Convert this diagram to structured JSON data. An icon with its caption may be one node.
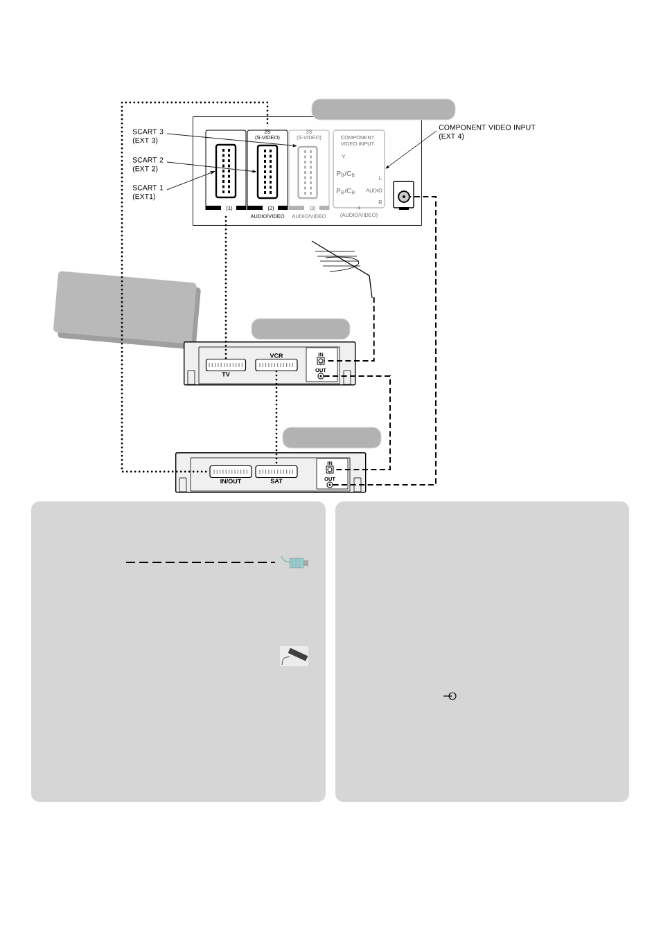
{
  "diagram": {
    "nodes": [
      {
        "text": [],
        "shape": "box"
      },
      {
        "text": [
          "SCART 3 (EXT 3)"
        ]
      },
      {
        "text": [
          "SCART 2 (EXT 2)"
        ]
      },
      {
        "text": [
          "SCART 1 (EXT1)"
        ]
      },
      {
        "text": [
          "COMPONENT VIDEO INPUT (EXT 4)"
        ]
      },
      {
        "text": [],
        "shape": "box",
        "in": 0
      },
      {
        "text": [],
        "shape": "box",
        "in": 0
      },
      {
        "text": [],
        "shape": "box",
        "in": 0
      },
      {
        "text": [],
        "shape": "box",
        "in": 0
      },
      {
        "text": [],
        "shape": "circle",
        "in": 0
      },
      {
        "text": [],
        "shape": "picture"
      },
      {
        "text": [],
        "shape": "box"
      },
      {
        "text": [
          "TV"
        ],
        "in": 11
      },
      {
        "text": [
          "VCR"
        ],
        "in": 11
      },
      {
        "text": [
          "IN"
        ],
        "in": 11
      },
      {
        "text": [
          "OUT"
        ],
        "in": 11
      },
      {
        "text": [],
        "shape": "box"
      },
      {
        "text": [
          "IN/OUT"
        ],
        "in": 16
      },
      {
        "text": [
          "SAT"
        ],
        "in": 16
      },
      {
        "text": [
          "IN"
        ],
        "in": 16
      },
      {
        "text": [
          "OUT"
        ],
        "in": 16
      }
    ],
    "edges": [
      {
        "from": 1,
        "to": 7,
        "arrow": "to"
      },
      {
        "from": 2,
        "to": 6,
        "arrow": "to"
      },
      {
        "from": 3,
        "to": 5,
        "arrow": "to"
      },
      {
        "from": 4,
        "to": 8,
        "arrow": "to"
      },
      {
        "from": 6,
        "to": 17,
        "arrow": "none",
        "style": "dashed"
      },
      {
        "from": 5,
        "to": 12,
        "arrow": "none",
        "style": "dashed"
      },
      {
        "from": 13,
        "to": 18,
        "arrow": "none",
        "style": "dashed"
      },
      {
        "from": 10,
        "to": 14,
        "arrow": "none",
        "style": "dashed"
      },
      {
        "from": 15,
        "to": 19,
        "arrow": "none",
        "style": "dashed"
      },
      {
        "from": 20,
        "to": 9,
        "arrow": "none",
        "style": "dashed"
      }
    ],
    "labels": [
      "2S",
      "(S-VIDEO)",
      "3S",
      "(S-VIDEO)",
      "COMPONENT VIDEO INPUT",
      "Y",
      "P$_{B}$/C$_{B}$",
      "L",
      "P$_{R}$/C$_{R}$",
      "AUDIO",
      "R",
      "(1)",
      "(2)",
      "AUDIO/VIDEO",
      "(3)",
      "AUDIO/VIDEO",
      "4",
      "(AUDIO/VIDEO)"
    ]
  }
}
